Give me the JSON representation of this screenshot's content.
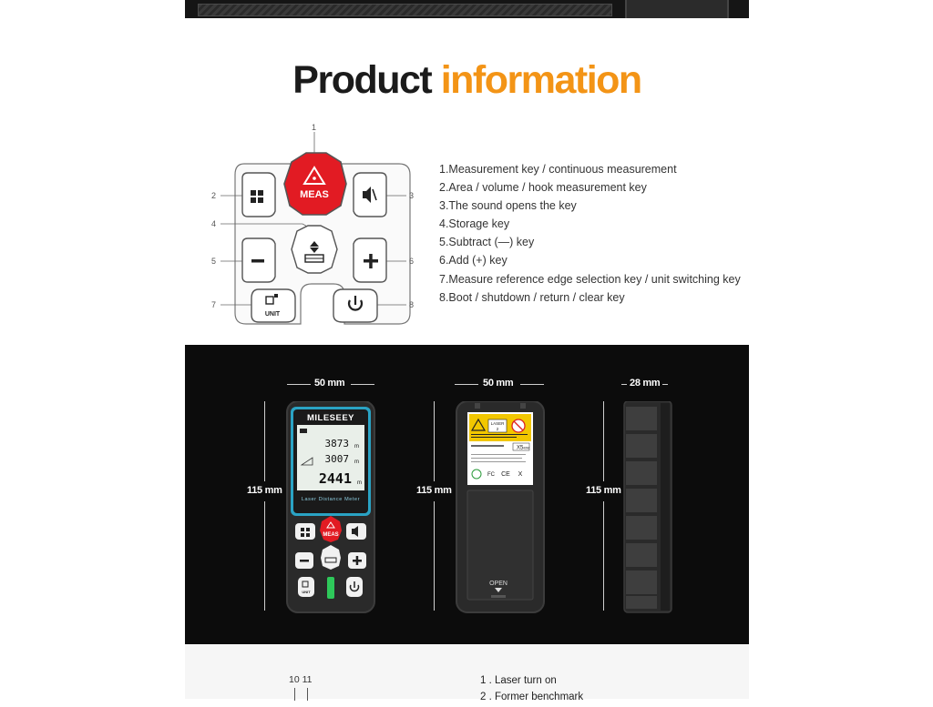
{
  "heading": {
    "word1": "Product",
    "word2": "information"
  },
  "key_diagram": {
    "callouts": [
      "1",
      "2",
      "3",
      "4",
      "5",
      "6",
      "7",
      "8"
    ],
    "meas_label": "MEAS",
    "unit_label": "UNIT"
  },
  "key_list": [
    "1.Measurement key / continuous measurement",
    "2.Area / volume / hook measurement key",
    "3.The sound opens the key",
    "4.Storage key",
    "5.Subtract (—) key",
    "6.Add (+) key",
    "7.Measure reference edge selection key / unit switching key",
    "8.Boot / shutdown / return / clear key"
  ],
  "dimensions": {
    "front_width": "50 mm",
    "back_width": "50 mm",
    "side_width": "28 mm",
    "height_front": "115 mm",
    "height_back": "115 mm",
    "height_side": "115 mm"
  },
  "device_front": {
    "brand": "MILESEEY",
    "reading1": "3873",
    "reading2": "3007",
    "reading_main": "2441",
    "unit": "m",
    "caption": "Laser Distance Meter",
    "meas_label": "MEAS",
    "unit_label": "UNIT"
  },
  "device_back": {
    "laser_label": "LASER",
    "laser_class": "2",
    "model": "X5",
    "model_range": "40M",
    "open_label": "OPEN"
  },
  "bottom_section": {
    "callouts": "10 11",
    "items": [
      "1 . Laser turn on",
      "2 . Former benchmark"
    ]
  }
}
